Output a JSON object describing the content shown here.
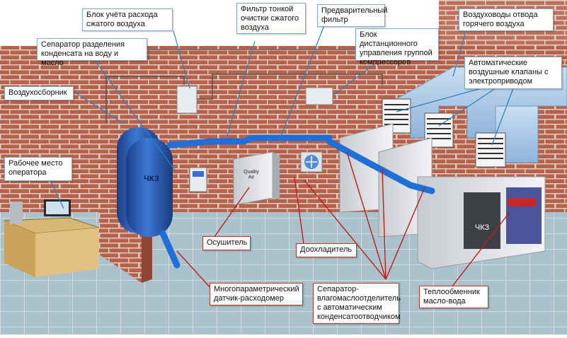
{
  "labels": {
    "flow_meter_block": "Блок учёта расхода\nсжатого воздуха",
    "fine_filter": "Фильтр тонкой\nочистки сжатого\nвоздуха",
    "pre_filter": "Предварительный\nфильтр",
    "hot_air_ducts": "Воздуховоды отвода\nгорячего воздуха",
    "condensate_separator": "Сепаратор разделения\nконденсата на воду и масло",
    "remote_control": "Блок дистанционного\nуправления группой\nкомпрессоров",
    "auto_valves": "Автоматические\nвоздушные клапаны с\nэлектроприводом",
    "air_receiver": "Воздухосборник",
    "operator_workplace": "Рабочее место\nоператора",
    "dryer": "Осушитель",
    "aftercooler": "Доохладитель",
    "multi_sensor": "Многопараметрический\nдатчик-расходомер",
    "moisture_separator": "Сепаратор-\nвлагомаслоотделитель\nс автоматическим\nконденсатоотводчиком",
    "heat_exchanger": "Теплообменник\nмасло-вода"
  },
  "equipment_text": {
    "receiver_logo": "ЧКЗ",
    "compressor_logo": "ЧКЗ",
    "dryer_brand": "Quality\nAir"
  },
  "colors": {
    "brick": "#b8614a",
    "mortar": "#d9cfc6",
    "floor": "#a9c2cc",
    "pipe": "#1f6fd6",
    "receiver": "#2b5fb8",
    "duct": "#a9c8e8",
    "cabinet": "#e8eaec",
    "leader_blue": "#2a7fc0",
    "leader_red": "#c41a1a"
  }
}
